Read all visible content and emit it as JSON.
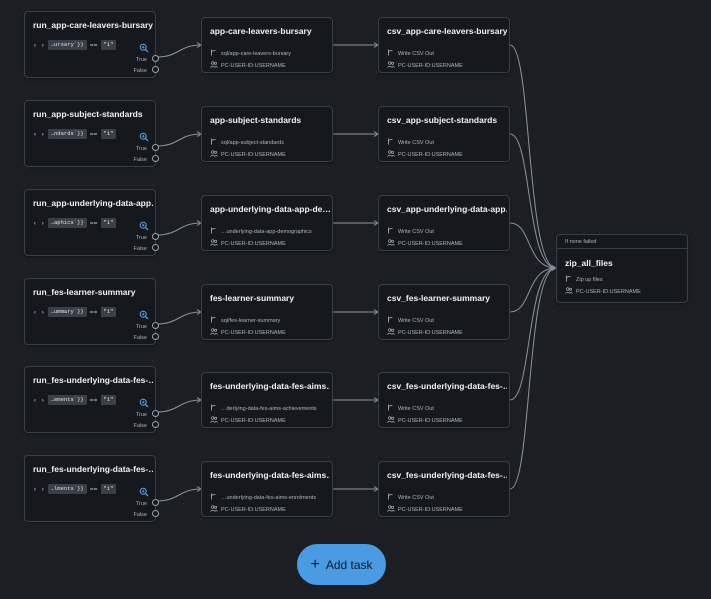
{
  "conditions": [
    {
      "title": "run_app-care-leavers-bursary",
      "expr_var": "…ursary`}}",
      "expr_op": "==",
      "expr_val": "\"1\"",
      "true_label": "True",
      "false_label": "False"
    },
    {
      "title": "run_app-subject-standards",
      "expr_var": "…ndards`}}",
      "expr_op": "==",
      "expr_val": "\"1\"",
      "true_label": "True",
      "false_label": "False"
    },
    {
      "title": "run_app-underlying-data-app…",
      "expr_var": "…aphics`}}",
      "expr_op": "==",
      "expr_val": "\"1\"",
      "true_label": "True",
      "false_label": "False"
    },
    {
      "title": "run_fes-learner-summary",
      "expr_var": "…ummary`}}",
      "expr_op": "==",
      "expr_val": "\"1\"",
      "true_label": "True",
      "false_label": "False"
    },
    {
      "title": "run_fes-underlying-data-fes-…",
      "expr_var": "…ements`}}",
      "expr_op": "==",
      "expr_val": "\"1\"",
      "true_label": "True",
      "false_label": "False"
    },
    {
      "title": "run_fes-underlying-data-fes-…",
      "expr_var": "…lments`}}",
      "expr_op": "==",
      "expr_val": "\"1\"",
      "true_label": "True",
      "false_label": "False"
    }
  ],
  "sql_tasks": [
    {
      "title": "app-care-leavers-bursary",
      "path": "sql/app-care-leavers-bursary",
      "user": "PC-USER-ID:USERNAME"
    },
    {
      "title": "app-subject-standards",
      "path": "sql/app-subject-standards",
      "user": "PC-USER-ID:USERNAME"
    },
    {
      "title": "app-underlying-data-app-de…",
      "path": "…underlying-data-app-demographics",
      "user": "PC-USER-ID:USERNAME"
    },
    {
      "title": "fes-learner-summary",
      "path": "sql/fes-learner-summary",
      "user": "PC-USER-ID:USERNAME"
    },
    {
      "title": "fes-underlying-data-fes-aims…",
      "path": "…derlying-data-fes-aims-achievements",
      "user": "PC-USER-ID:USERNAME"
    },
    {
      "title": "fes-underlying-data-fes-aims…",
      "path": "…underlying-data-fes-aims-enrolments",
      "user": "PC-USER-ID:USERNAME"
    }
  ],
  "csv_tasks": [
    {
      "title": "csv_app-care-leavers-bursary",
      "desc": "Write CSV Out",
      "user": "PC-USER-ID:USERNAME"
    },
    {
      "title": "csv_app-subject-standards",
      "desc": "Write CSV Out",
      "user": "PC-USER-ID:USERNAME"
    },
    {
      "title": "csv_app-underlying-data-app…",
      "desc": "Write CSV Out",
      "user": "PC-USER-ID:USERNAME"
    },
    {
      "title": "csv_fes-learner-summary",
      "desc": "Write CSV Out",
      "user": "PC-USER-ID:USERNAME"
    },
    {
      "title": "csv_fes-underlying-data-fes-…",
      "desc": "Write CSV Out",
      "user": "PC-USER-ID:USERNAME"
    },
    {
      "title": "csv_fes-underlying-data-fes-…",
      "desc": "Write CSV Out",
      "user": "PC-USER-ID:USERNAME"
    }
  ],
  "zip_task": {
    "condition_label": "If none failed",
    "title": "zip_all_files",
    "desc": "Zip up files",
    "user": "PC-USER-ID:USERNAME"
  },
  "add_task": {
    "label": "Add task"
  },
  "icons": {
    "code": "code-icon",
    "zoom": "zoom-icon",
    "branch": "branch-icon",
    "user": "user-icon",
    "plus": "plus-icon"
  },
  "colors": {
    "background": "#1b1f24",
    "node_bg": "#15191e",
    "node_border": "#3a4048",
    "edge": "#8c949c",
    "accent": "#4b9ae4",
    "zoom_icon": "#5aa8ee"
  }
}
